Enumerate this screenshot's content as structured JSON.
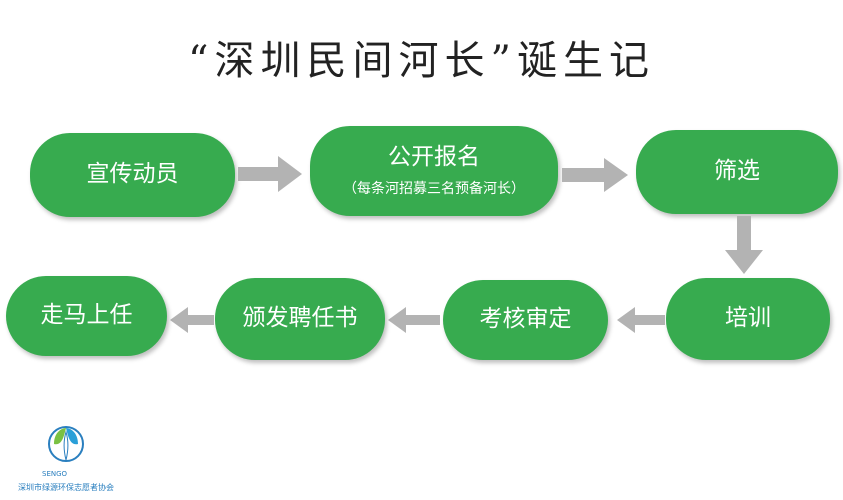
{
  "title": "“深圳民间河长”诞生记",
  "steps": [
    {
      "label": "宣传动员"
    },
    {
      "label": "公开报名",
      "note": "（每条河招募三名预备河长）"
    },
    {
      "label": "筛选"
    },
    {
      "label": "培训"
    },
    {
      "label": "考核审定"
    },
    {
      "label": "颁发聘任书"
    },
    {
      "label": "走马上任"
    }
  ],
  "logo": {
    "brand": "SENGO",
    "org": "深圳市绿源环保志愿者协会"
  },
  "colors": {
    "node": "#37ab4f",
    "arrow": "#b3b3b3"
  }
}
